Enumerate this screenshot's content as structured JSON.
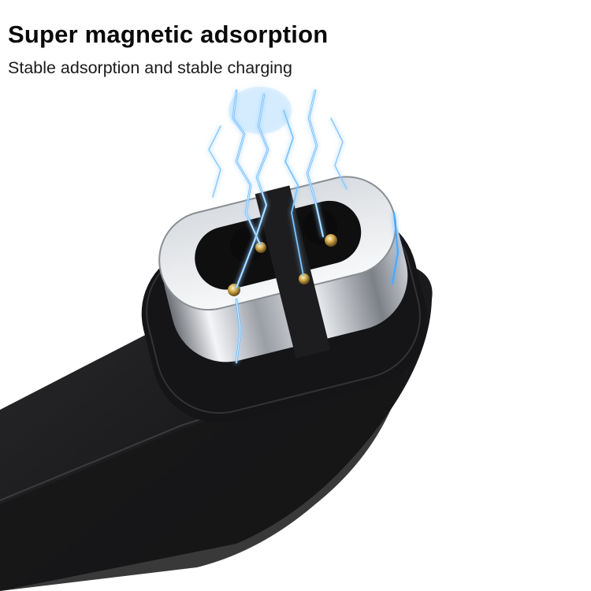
{
  "headline": {
    "title": "Super magnetic adsorption",
    "subtitle": "Stable adsorption and stable charging"
  },
  "product": {
    "description": "Magnetic charging connector on black device body with four gold pins and blue lightning effect",
    "colors": {
      "body": "#1c1c1e",
      "metal": "#c8ccd2",
      "pins": "#d4a94a",
      "lightning": "#4aa8ff"
    }
  }
}
